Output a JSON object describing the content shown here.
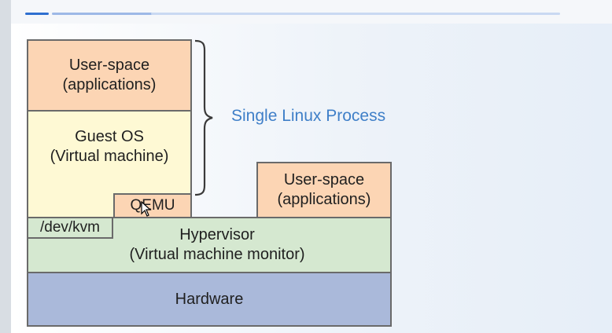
{
  "diagram": {
    "guest_userspace": {
      "line1": "User-space",
      "line2": "(applications)"
    },
    "guest_os": {
      "line1": "Guest OS",
      "line2": "(Virtual machine)"
    },
    "qemu": "QEMU",
    "devkvm": "/dev/kvm",
    "host_userspace": {
      "line1": "User-space",
      "line2": "(applications)"
    },
    "hypervisor": {
      "line1": "Hypervisor",
      "line2": "(Virtual machine monitor)"
    },
    "hardware": "Hardware",
    "process_label": "Single Linux Process",
    "colors": {
      "userspace": "#fcd5b4",
      "guest_os": "#fef9d4",
      "hypervisor": "#d5e8d0",
      "hardware": "#aab9da",
      "label": "#3f7fc8"
    }
  }
}
